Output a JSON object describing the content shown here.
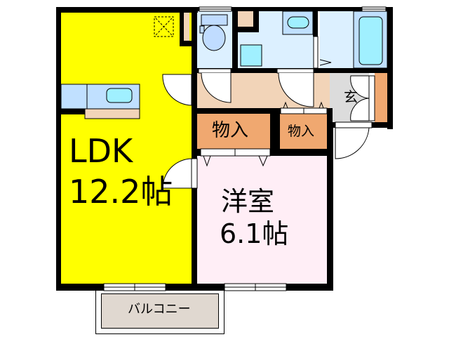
{
  "floor_plan": {
    "rooms": {
      "ldk": {
        "name": "LDK",
        "size": "12.2帖",
        "color": "#ffff00"
      },
      "western_room": {
        "name": "洋室",
        "size": "6.1帖",
        "color": "#ffeef6"
      },
      "storage_large": {
        "name": "物入",
        "color": "#f0a870"
      },
      "storage_small": {
        "name": "物入",
        "color": "#f0a870"
      },
      "entrance": {
        "name": "玄",
        "color": "#dcdcdc"
      },
      "balcony": {
        "name": "バルコニー",
        "color": "#e0d8d0"
      },
      "hallway": {
        "color": "#f2d4b8"
      },
      "wet_area": {
        "color": "#dcf0ff"
      }
    },
    "fixtures": [
      "toilet",
      "washbasin",
      "washing-machine-space",
      "bathtub",
      "kitchen-sink",
      "refrigerator-space",
      "shoe-cabinet"
    ]
  }
}
